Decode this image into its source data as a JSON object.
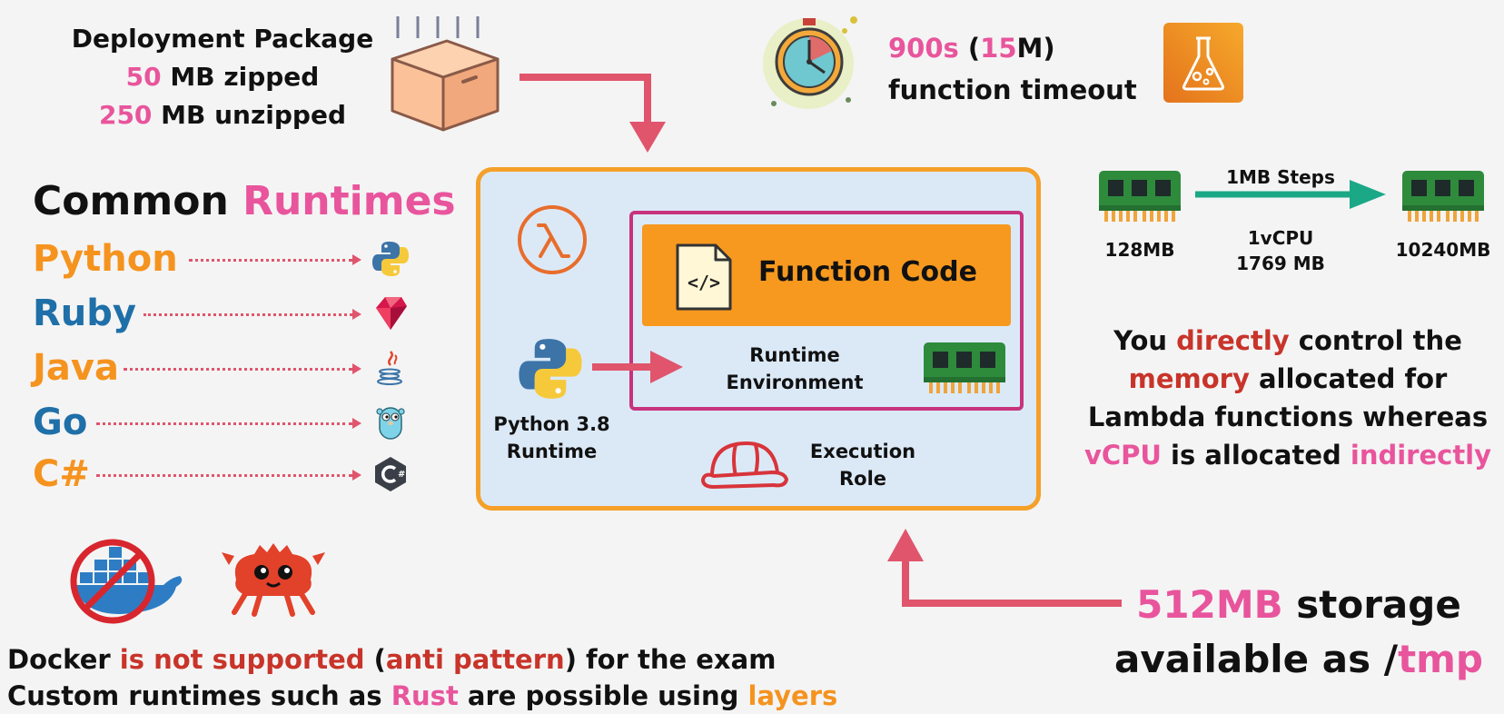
{
  "deployment": {
    "title": "Deployment Package",
    "zipped_value": "50",
    "zipped_label": " MB zipped",
    "unzipped_value": "250",
    "unzipped_label": " MB unzipped"
  },
  "timeout": {
    "seconds": "900s",
    "open_paren": " (",
    "minutes_num": "15",
    "minutes_unit": "M)",
    "label": "function timeout"
  },
  "runtimes": {
    "title_a": "Common ",
    "title_b": "Runtimes",
    "items": [
      {
        "name": "Python",
        "color": "#f5931f",
        "icon": "python-icon"
      },
      {
        "name": "Ruby",
        "color": "#1f6fa8",
        "icon": "ruby-icon"
      },
      {
        "name": "Java",
        "color": "#f5931f",
        "icon": "java-icon"
      },
      {
        "name": "Go",
        "color": "#1f6fa8",
        "icon": "go-gopher-icon"
      },
      {
        "name": "C#",
        "color": "#f5931f",
        "icon": "csharp-icon"
      }
    ]
  },
  "lambda_box": {
    "function_code": "Function Code",
    "runtime_env_1": "Runtime",
    "runtime_env_2": "Environment",
    "python_runtime_1": "Python 3.8",
    "python_runtime_2": "Runtime",
    "execution_role_1": "Execution",
    "execution_role_2": "Role"
  },
  "memory": {
    "steps": "1MB Steps",
    "min": "128MB",
    "max": "10240MB",
    "vcpu_1": "1vCPU",
    "vcpu_2": "1769 MB",
    "note": {
      "p1": "You ",
      "p2": "directly",
      "p3": " control the",
      "p4": "memory",
      "p5": " allocated for",
      "p6": "Lambda functions whereas",
      "p7": "vCPU",
      "p8": " is allocated ",
      "p9": "indirectly"
    }
  },
  "storage": {
    "size": "512MB",
    "rest1": " storage",
    "line2a": "available as /",
    "line2b": "tmp"
  },
  "bottom": {
    "l1a": "Docker ",
    "l1b": "is not supported",
    "l1c": " (",
    "l1d": "anti pattern",
    "l1e": ") for the exam",
    "l2a": "Custom runtimes such as ",
    "l2b": "Rust",
    "l2c": " are possible using ",
    "l2d": "layers"
  },
  "colors": {
    "accent_pink": "#e8559c",
    "accent_orange": "#f5931f",
    "accent_red": "#c8342a",
    "lambda_border": "#f5a02a",
    "inner_border": "#c7337c",
    "ram_green": "#2e8b3c",
    "step_arrow": "#1aa886"
  }
}
